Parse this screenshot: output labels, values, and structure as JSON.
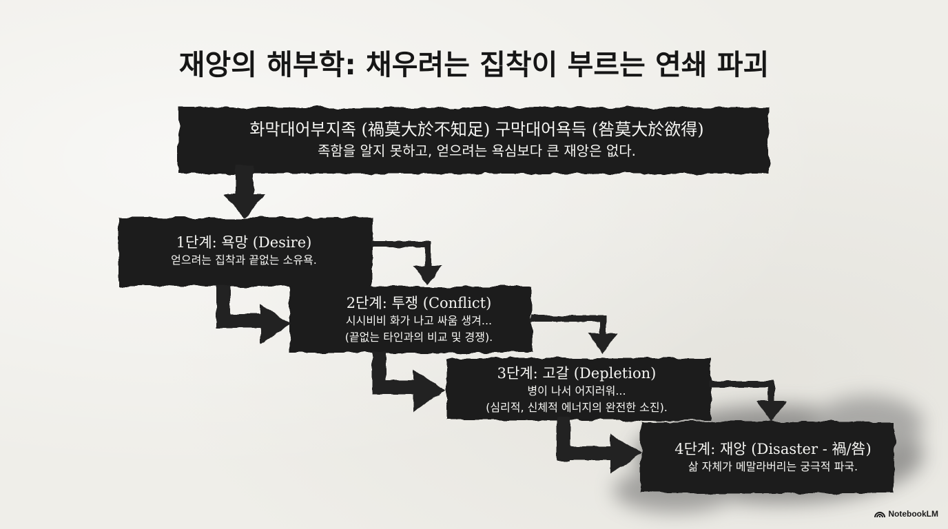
{
  "title": "재앙의 해부학: 채우려는 집착이 부르는 연쇄 파괴",
  "top_box": {
    "title": "화막대어부지족 (禍莫大於不知足) 구막대어욕득 (咎莫大於欲得)",
    "description": "족함을 알지 못하고, 얻으려는 욕심보다 큰 재앙은 없다."
  },
  "stages": [
    {
      "title": "1단계: 욕망 (Desire)",
      "lines": [
        "얻으려는 집착과 끝없는 소유욕."
      ]
    },
    {
      "title": "2단계: 투쟁 (Conflict)",
      "lines": [
        "시시비비 화가 나고 싸움 생겨...",
        "(끝없는 타인과의 비교 및 경쟁)."
      ]
    },
    {
      "title": "3단계: 고갈 (Depletion)",
      "lines": [
        "병이 나서 어지러워...",
        "(심리적, 신체적 에너지의 완전한 소진)."
      ]
    },
    {
      "title": "4단계: 재앙 (Disaster - 禍/咎)",
      "lines": [
        "삶 자체가 메말라버리는 궁극적 파국."
      ]
    }
  ],
  "brand": {
    "name": "NotebookLM",
    "icon": "notebooklm-logo-icon"
  },
  "colors": {
    "ink": "#1c1c1c",
    "paper": "#efeee9",
    "box_text": "#f5f5f2"
  }
}
